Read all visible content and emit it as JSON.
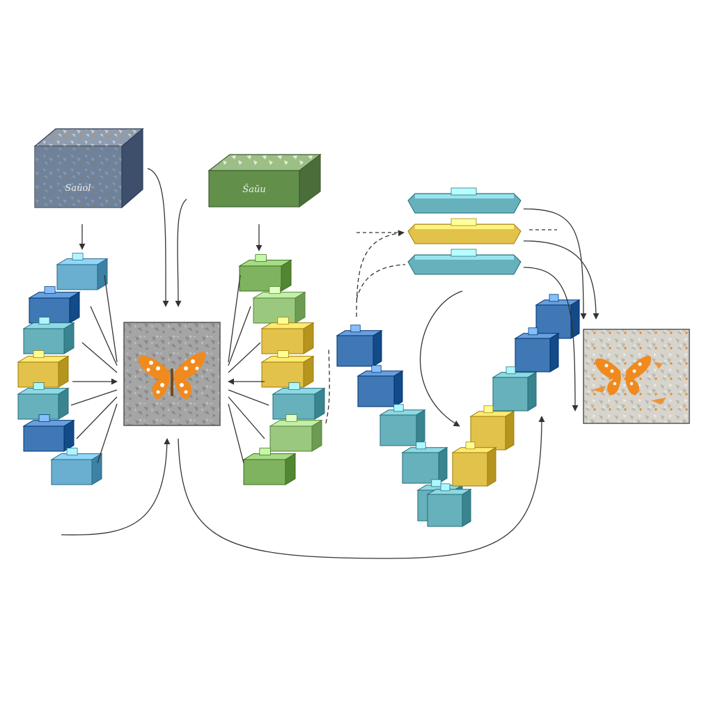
{
  "input_blocks": [
    {
      "id": "satellite-input-block",
      "label": "Saŭol",
      "top": "#6a7d99",
      "front": "#4f6789",
      "side": "#3c4e6a",
      "pattern": "#d98a2a"
    },
    {
      "id": "mask-input-block",
      "label": "Ŝaŭu",
      "top": "#7da563",
      "front": "#5f8a49",
      "side": "#4a6e39",
      "pattern": "#e9ecd8"
    }
  ],
  "colors": {
    "blue_dark": "#3f78b5",
    "blue_light": "#6aaed0",
    "teal": "#67b1bd",
    "yellow": "#e3c24b",
    "green": "#7fb35f",
    "green_light": "#9bc87f",
    "orange": "#f08a1f",
    "gray_panel": "#9a9a9a",
    "arrow": "#333333"
  },
  "encoder_left": [
    "blue_light",
    "blue_dark",
    "teal",
    "yellow",
    "teal",
    "blue_dark",
    "blue_light"
  ],
  "encoder_right": [
    "green",
    "green_light",
    "yellow",
    "yellow",
    "teal",
    "green_light",
    "green"
  ],
  "v_left_arm": [
    "blue_dark",
    "blue_dark",
    "teal",
    "teal",
    "teal"
  ],
  "v_right_arm": [
    "blue_dark",
    "blue_dark",
    "teal",
    "yellow",
    "yellow"
  ],
  "v_bottom": "teal",
  "bars": [
    "teal",
    "yellow",
    "teal"
  ],
  "icons": [
    "butterfly-icon",
    "butterfly-icon"
  ]
}
